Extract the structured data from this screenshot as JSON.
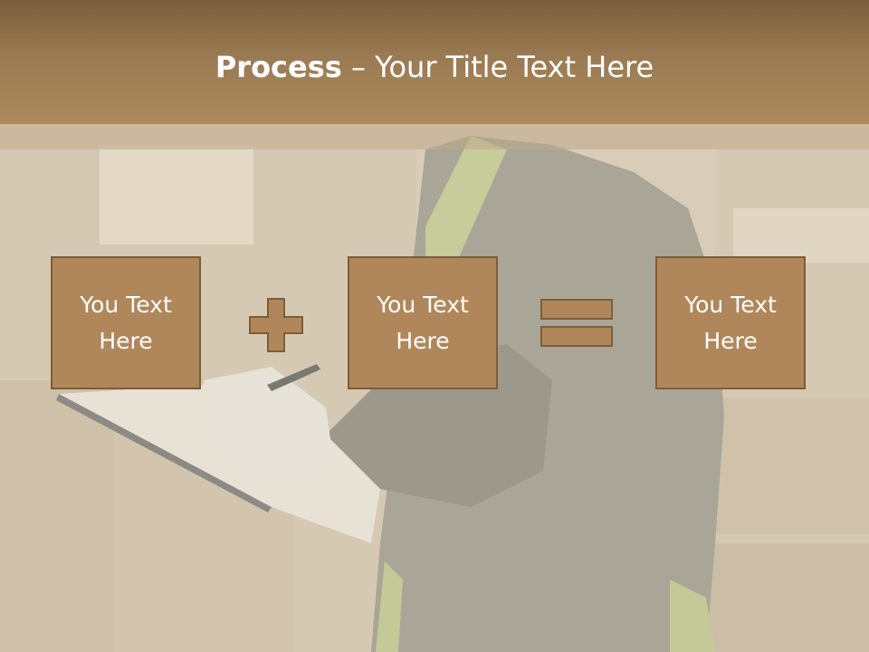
{
  "slide": {
    "title_bold": "Process",
    "title_separator": " – ",
    "title_rest": "Your Title Text Here"
  },
  "boxes": [
    {
      "line1": "You Text",
      "line2": "Here"
    },
    {
      "line1": "You Text",
      "line2": "Here"
    },
    {
      "line1": "You Text",
      "line2": "Here"
    }
  ],
  "icons": {
    "plus": "plus-icon",
    "equals": "equals-icon"
  },
  "colors": {
    "header": "#9a7a52",
    "box_fill": "#b0875a",
    "box_border": "#7e5d38",
    "text": "#ffffff"
  }
}
